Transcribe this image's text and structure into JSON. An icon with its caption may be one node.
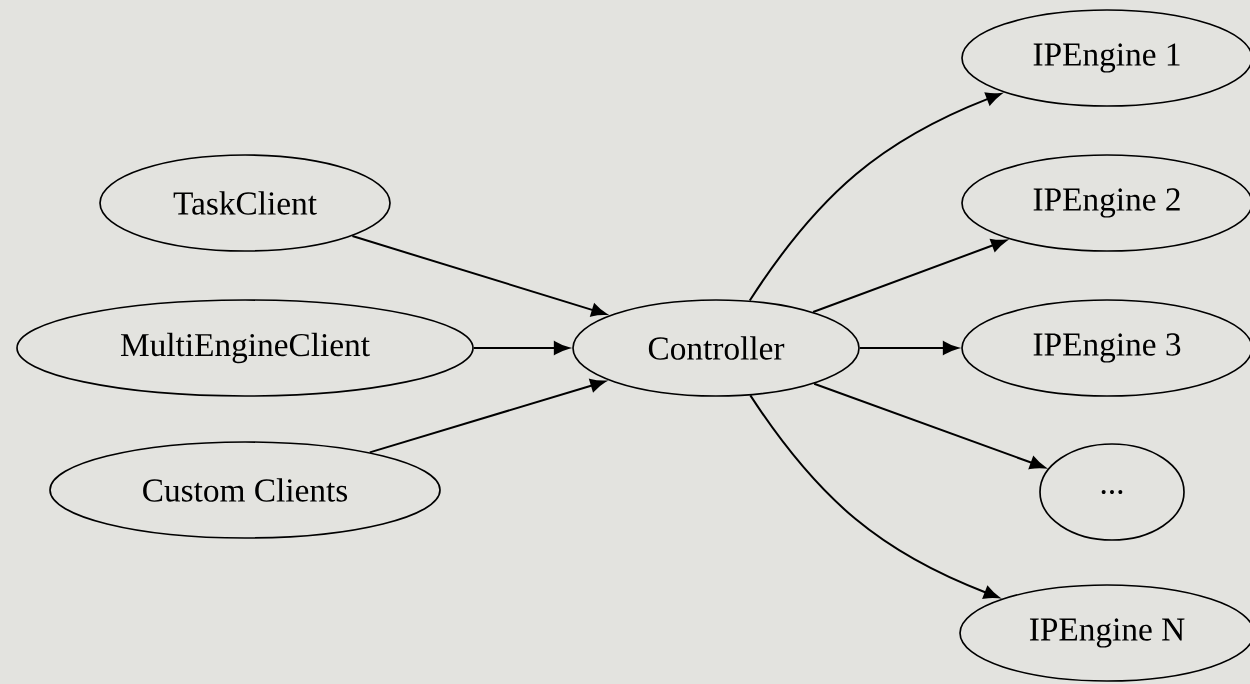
{
  "diagram": {
    "nodes": [
      {
        "text": [
          "TaskClient"
        ]
      },
      {
        "text": [
          "MultiEngineClient"
        ]
      },
      {
        "text": [
          "Custom Clients"
        ]
      },
      {
        "text": [
          "Controller"
        ]
      },
      {
        "text": [
          "IPEngine 1"
        ]
      },
      {
        "text": [
          "IPEngine 2"
        ]
      },
      {
        "text": [
          "IPEngine 3"
        ]
      },
      {
        "text": [
          "..."
        ]
      },
      {
        "text": [
          "IPEngine N"
        ]
      }
    ],
    "edges": [
      {
        "from": 0,
        "to": 3,
        "arrow": "to"
      },
      {
        "from": 1,
        "to": 3,
        "arrow": "to"
      },
      {
        "from": 2,
        "to": 3,
        "arrow": "to"
      },
      {
        "from": 3,
        "to": 4,
        "arrow": "to"
      },
      {
        "from": 3,
        "to": 5,
        "arrow": "to"
      },
      {
        "from": 3,
        "to": 6,
        "arrow": "to"
      },
      {
        "from": 3,
        "to": 7,
        "arrow": "to"
      },
      {
        "from": 3,
        "to": 8,
        "arrow": "to"
      }
    ]
  }
}
